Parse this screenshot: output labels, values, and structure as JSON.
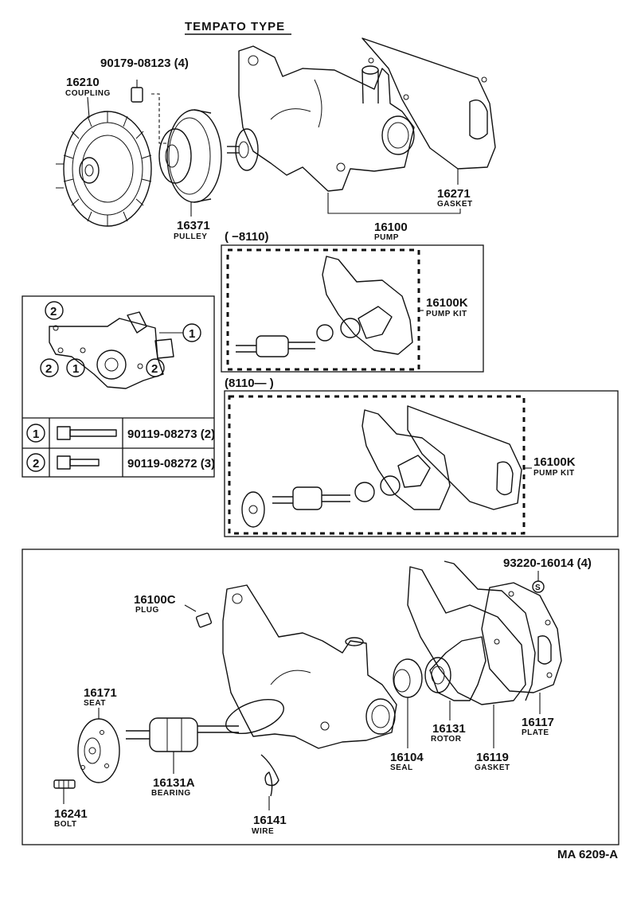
{
  "title": "TEMPATO TYPE",
  "drawing_code": "MA 6209-A",
  "top_assembly": {
    "coupling_nut": "90179-08123 (4)",
    "coupling": {
      "number": "16210",
      "name": "COUPLING"
    },
    "pulley": {
      "number": "16371",
      "name": "PULLEY"
    },
    "gasket": {
      "number": "16271",
      "name": "GASKET"
    },
    "pump": {
      "number": "16100",
      "name": "PUMP"
    }
  },
  "kit_early": {
    "range": "(      −8110)",
    "number": "16100K",
    "name": "PUMP KIT"
  },
  "kit_late": {
    "range": "(8110—        )",
    "number": "16100K",
    "name": "PUMP KIT"
  },
  "bolt_table": {
    "callouts": [
      "2",
      "1",
      "2",
      "1",
      "2"
    ],
    "rows": [
      {
        "index": "1",
        "part": "90119-08273 (2)"
      },
      {
        "index": "2",
        "part": "90119-08272 (3)"
      }
    ]
  },
  "exploded": {
    "washer": "93220-16014 (4)",
    "washer_symbol": "S",
    "plug": {
      "number": "16100C",
      "name": "PLUG"
    },
    "seat": {
      "number": "16171",
      "name": "SEAT"
    },
    "bearing": {
      "number": "16131A",
      "name": "BEARING"
    },
    "bolt": {
      "number": "16241",
      "name": "BOLT"
    },
    "wire": {
      "number": "16141",
      "name": "WIRE"
    },
    "seal": {
      "number": "16104",
      "name": "SEAL"
    },
    "rotor": {
      "number": "16131",
      "name": "ROTOR"
    },
    "gasket": {
      "number": "16119",
      "name": "GASKET"
    },
    "plate": {
      "number": "16117",
      "name": "PLATE"
    }
  }
}
